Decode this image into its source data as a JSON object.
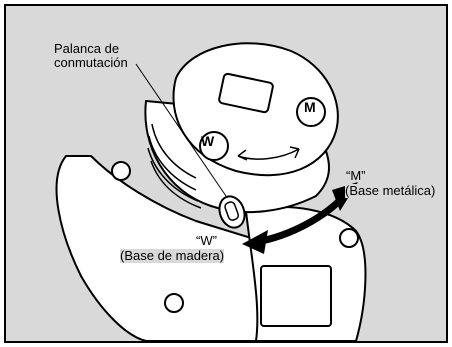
{
  "callouts": {
    "lever": {
      "line1": "Palanca de",
      "line2": "conmutación"
    },
    "metal": {
      "mode": "“M”",
      "desc": "(Base metálica)"
    },
    "wood": {
      "mode": "“W”",
      "desc": "(Base de madera)"
    }
  },
  "dial_marks": {
    "left": "W",
    "right": "M"
  },
  "colors": {
    "background": "#d9d9d9",
    "line": "#000000",
    "body": "#ffffff"
  }
}
